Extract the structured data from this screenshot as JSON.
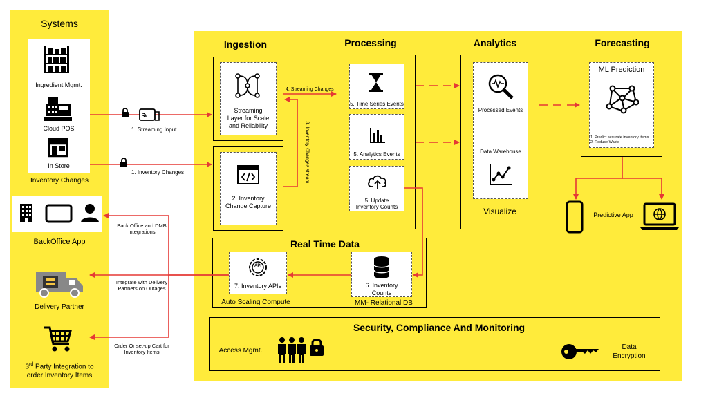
{
  "systems": {
    "title": "Systems",
    "ingredient_label": "Ingredient Mgmt.",
    "pos_label": "Cloud POS",
    "store_label": "In Store",
    "inventory_changes_label": "Inventory Changes",
    "backoffice_label": "BackOffice App",
    "delivery_label": "Delivery Partner",
    "third_party_label_sup": "rd",
    "third_party_label_a": "3",
    "third_party_label_b": " Party Integration to",
    "third_party_label_c": "order Inventory Items"
  },
  "connectors": {
    "streaming_input": "1. Streaming Input",
    "inventory_changes": "1. Inventory Changes",
    "streaming_changes": "4. Streaming Changes",
    "inventory_changes_stream": "3. Inventory Changes stream",
    "backoffice_dmb_a": "Back Office and DMB",
    "backoffice_dmb_b": "Integrations",
    "delivery_outages_a": "Integrate with Delivery",
    "delivery_outages_b": "Partners on Outages",
    "order_cart_a": "Order Or set-up Cart for",
    "order_cart_b": "Inventory Items"
  },
  "ingestion": {
    "title": "Ingestion",
    "streaming_layer_a": "Streaming",
    "streaming_layer_b": "Layer for Scale",
    "streaming_layer_c": "and Reliability",
    "cdc_a": "2. Inventory",
    "cdc_b": "Change Capture"
  },
  "processing": {
    "title": "Processing",
    "time_series": "5.  Time Series Events",
    "analytics_events": "5. Analytics Events",
    "update_counts_a": "5.     Update",
    "update_counts_b": "Inventory Counts"
  },
  "analytics": {
    "title": "Analytics",
    "processed_events": "Processed Events",
    "data_warehouse": "Data Warehouse",
    "visualize": "Visualize"
  },
  "forecasting": {
    "title": "Forecasting",
    "ml_prediction": "ML Prediction",
    "predict_a": "1. Predict accurate inventory items",
    "predict_b": "2. Reduce Waste",
    "predictive_app": "Predictive App"
  },
  "realtime": {
    "title": "Real Time Data",
    "api_label": "API",
    "inventory_apis": "7. Inventory APIs",
    "inventory_counts_a": "6. Inventory",
    "inventory_counts_b": "Counts",
    "auto_scaling": "Auto Scaling Compute",
    "relational_db": "MM- Relational DB"
  },
  "security": {
    "title": "Security, Compliance And Monitoring",
    "access": "Access Mgmt.",
    "encryption_a": "Data",
    "encryption_b": "Encryption"
  },
  "colors": {
    "panel": "#ffeb3b",
    "arrow": "#e53935",
    "ink": "#000000"
  }
}
